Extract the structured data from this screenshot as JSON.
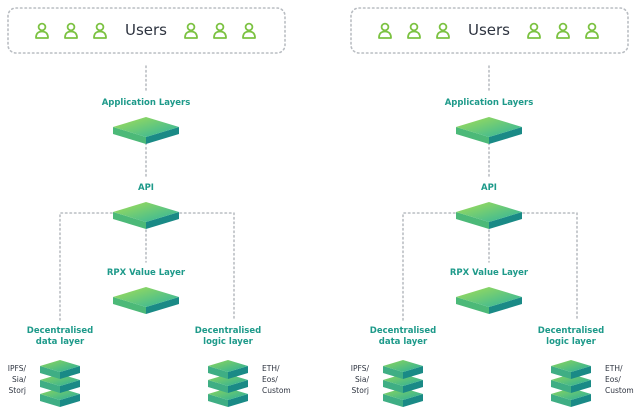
{
  "diagrams": [
    {
      "users_label": "Users",
      "application_label": "Application Layers",
      "api_label": "API",
      "rpx_label": "RPX Value Layer",
      "data_layer_label": [
        "Decentralised",
        "data layer"
      ],
      "logic_layer_label": [
        "Decentralised",
        "logic layer"
      ],
      "storage_label": [
        "IPFS/",
        "Sia/",
        "Storj"
      ],
      "chain_label": [
        "ETH/",
        "Eos/",
        "Custom"
      ]
    },
    {
      "users_label": "Users",
      "application_label": "Application Layers",
      "api_label": "API",
      "rpx_label": "RPX Value Layer",
      "data_layer_label": [
        "Decentralised",
        "data layer"
      ],
      "logic_layer_label": [
        "Decentralised",
        "logic layer"
      ],
      "storage_label": [
        "IPFS/",
        "Sia/",
        "Storj"
      ],
      "chain_label": [
        "ETH/",
        "Eos/",
        "Custom"
      ]
    }
  ],
  "icons": {
    "user": "user-icon",
    "layer": "layer-slab-icon",
    "stack": "stacked-blocks-icon"
  },
  "colors": {
    "accent": "#1e9a8a",
    "user_icon": "#7cc242",
    "slab_top_light": "#a6df54",
    "slab_top_dark": "#2bb3a0",
    "slab_side": "#1a8a86",
    "connector": "#b9bdc2",
    "text": "#2e3440"
  }
}
